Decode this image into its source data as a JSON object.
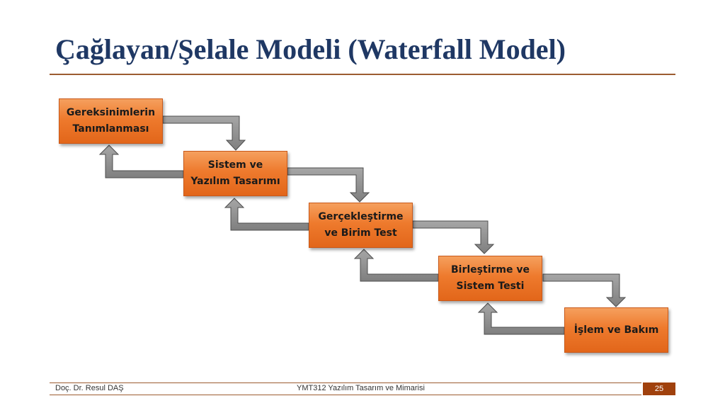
{
  "slide": {
    "title": "Çağlayan/Şelale Modeli (Waterfall Model)"
  },
  "diagram": {
    "steps": [
      "Gereksinimlerin\nTanımlanması",
      "Sistem ve\nYazılım Tasarımı",
      "Gerçekleştirme\nve Birim Test",
      "Birleştirme ve\nSistem Testi",
      "İşlem ve Bakım"
    ],
    "colors": {
      "box_fill": "#ee7a2d",
      "arrow_fill": "#8c8c8c",
      "title": "#1f3864",
      "accent": "#a0410d"
    }
  },
  "footer": {
    "author": "Doç. Dr. Resul DAŞ",
    "course": "YMT312 Yazılım Tasarım ve Mimarisi",
    "page": "25"
  }
}
